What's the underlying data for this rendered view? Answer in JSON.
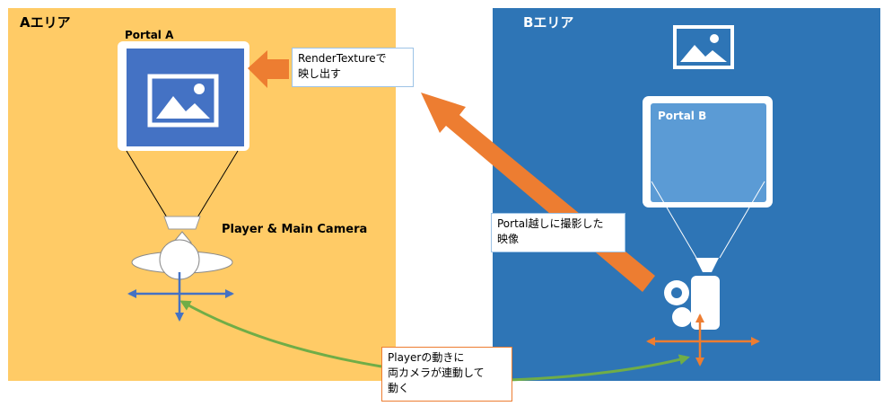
{
  "area_a": {
    "title": "Aエリア"
  },
  "area_b": {
    "title": "Bエリア"
  },
  "portal_a": {
    "label": "Portal A"
  },
  "portal_b": {
    "label": "Portal B"
  },
  "player_label": "Player & Main Camera",
  "callout_render": {
    "line1": "RenderTextureで",
    "line2": "映し出す"
  },
  "callout_portal": {
    "line1": "Portal越しに撮影した",
    "line2": "映像"
  },
  "callout_player": {
    "line1": "Playerの動きに",
    "line2": "両カメラが連動して",
    "line3": "動く"
  },
  "colors": {
    "area_a": "#FFCB66",
    "area_b": "#2E75B6",
    "portal_a_screen": "#4472C4",
    "portal_b_screen": "#5B9BD5",
    "orange_arrow": "#ED7D31",
    "green_arrow": "#70AD47",
    "blue_axis": "#4472C4"
  },
  "icons": [
    "image-icon",
    "camera-icon",
    "player-icon"
  ]
}
